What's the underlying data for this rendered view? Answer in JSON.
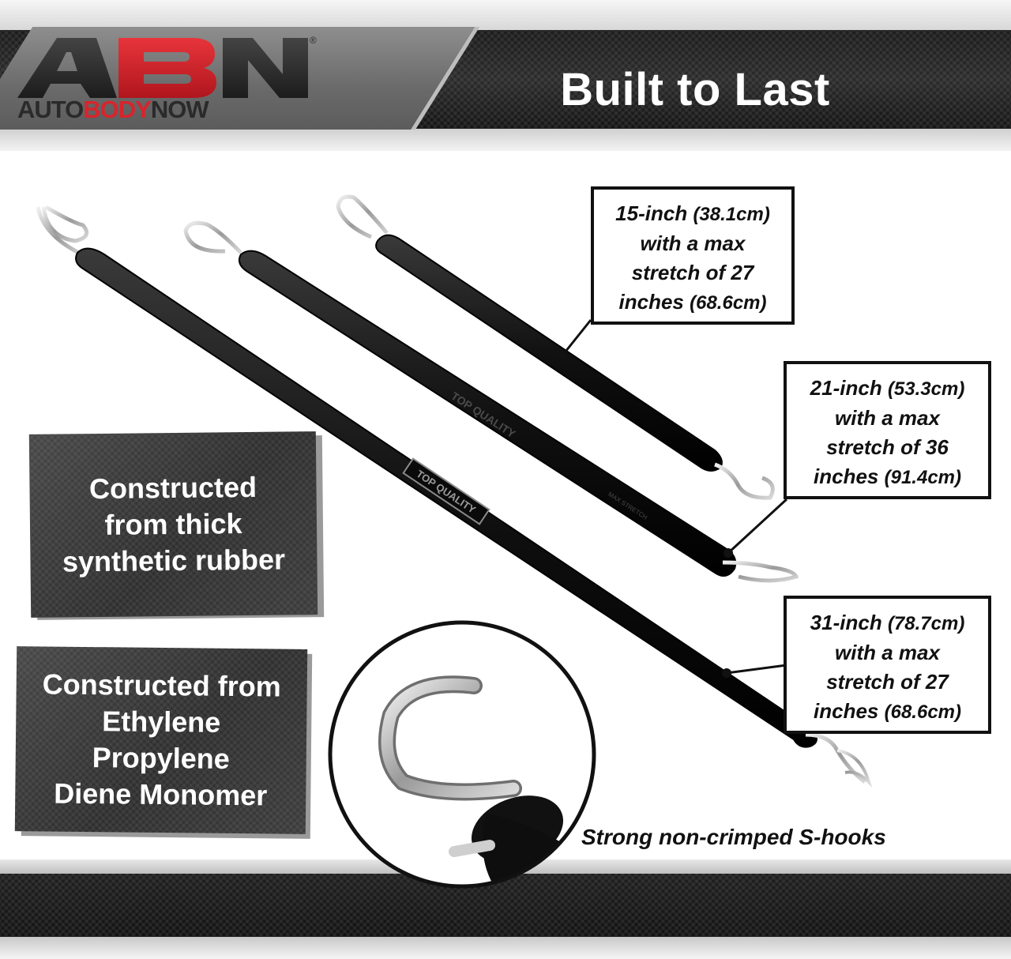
{
  "header": {
    "brand_letters": "ABN",
    "brand_tag_part1": "AUTO",
    "brand_tag_part2": "BODY",
    "brand_tag_part3": "NOW",
    "registered_mark": "®",
    "title": "Built to Last"
  },
  "colors": {
    "brand_red": "#d8242c",
    "brand_dark": "#2a2a2a",
    "header_band": "#1b1b1b",
    "panel_dark": "#3a3a3a"
  },
  "callouts": [
    {
      "size": "15-inch",
      "metric": "(38.1cm)",
      "line2": "with a max",
      "line3": "stretch of 27",
      "line4_a": "inches",
      "line4_b": "(68.6cm)"
    },
    {
      "size": "21-inch",
      "metric": "(53.3cm)",
      "line2": "with a max",
      "line3": "stretch of 36",
      "line4_a": "inches",
      "line4_b": "(91.4cm)"
    },
    {
      "size": "31-inch",
      "metric": "(78.7cm)",
      "line2": "with a max",
      "line3": "stretch of 27",
      "line4_a": "inches",
      "line4_b": "(68.6cm)"
    }
  ],
  "features": [
    {
      "lines": [
        "Constructed",
        "from thick",
        "synthetic rubber"
      ]
    },
    {
      "lines": [
        "Constructed from",
        "Ethylene",
        "Propylene",
        "Diene Monomer"
      ]
    }
  ],
  "strap_labels": {
    "embossed": "TOP QUALITY",
    "embossed_small": "MAX STRETCH"
  },
  "hook_caption": "Strong non-crimped S-hooks"
}
